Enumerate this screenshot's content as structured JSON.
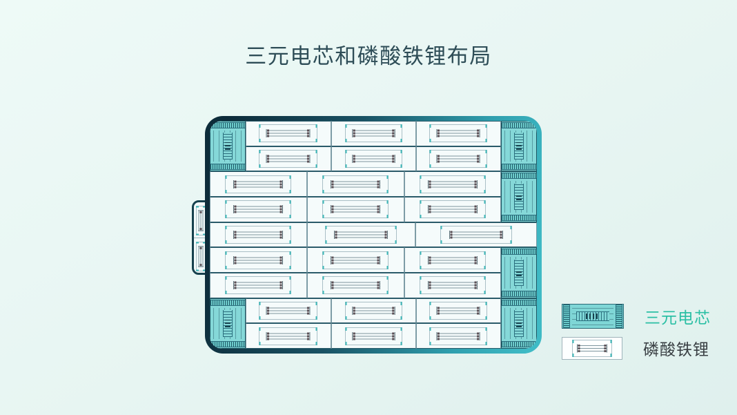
{
  "title": "三元电芯和磷酸铁锂布局",
  "legend": {
    "items": [
      {
        "id": "ternary",
        "label": "三元电芯"
      },
      {
        "id": "lfp",
        "label": "磷酸铁锂"
      }
    ]
  },
  "colors": {
    "background": "#e7f5f2",
    "title": "#2e4d57",
    "ternaryLabel": "#2abfa4",
    "lfpLabel": "#3a4044",
    "ternaryFill": "#85d8d8",
    "ternaryLine": "#2a6e7d",
    "packBorderDark": "#0d2c3a",
    "packBorderTeal": "#3fbac5",
    "packInner": "#f1f9f9",
    "cellFill": "#f5fbfb",
    "rowDivider": "#2a5a69",
    "cellDivider": "#7d9ca6",
    "tickTeal": "#3fb9b9",
    "markDark": "#5a4f55",
    "patternLine": "#7e959e",
    "patternBox": "#aabfc6"
  },
  "pack": {
    "rows": 9,
    "teal_width_frac": 0.109,
    "ternary_blocks": [
      {
        "side": "left",
        "row": 0,
        "span": 2
      },
      {
        "side": "right",
        "row": 0,
        "span": 2
      },
      {
        "side": "right",
        "row": 2,
        "span": 2
      },
      {
        "side": "right",
        "row": 5,
        "span": 2
      },
      {
        "side": "right",
        "row": 7,
        "span": 2
      },
      {
        "side": "left",
        "row": 7,
        "span": 2
      }
    ],
    "row_cells": [
      [
        [
          0.109,
          0.372
        ],
        [
          0.372,
          0.63
        ],
        [
          0.63,
          0.891
        ]
      ],
      [
        [
          0.109,
          0.372
        ],
        [
          0.372,
          0.63
        ],
        [
          0.63,
          0.891
        ]
      ],
      [
        [
          0.0,
          0.297
        ],
        [
          0.297,
          0.594
        ],
        [
          0.594,
          0.891
        ]
      ],
      [
        [
          0.0,
          0.297
        ],
        [
          0.297,
          0.594
        ],
        [
          0.594,
          0.891
        ]
      ],
      [
        [
          0.0,
          0.297
        ],
        [
          0.297,
          0.628
        ],
        [
          0.628,
          1.0
        ]
      ],
      [
        [
          0.0,
          0.297
        ],
        [
          0.297,
          0.594
        ],
        [
          0.594,
          0.891
        ]
      ],
      [
        [
          0.0,
          0.297
        ],
        [
          0.297,
          0.594
        ],
        [
          0.594,
          0.891
        ]
      ],
      [
        [
          0.109,
          0.372
        ],
        [
          0.372,
          0.63
        ],
        [
          0.63,
          0.891
        ]
      ],
      [
        [
          0.109,
          0.372
        ],
        [
          0.372,
          0.63
        ],
        [
          0.63,
          0.891
        ]
      ]
    ],
    "side_tab": {
      "cell_count": 2
    }
  }
}
